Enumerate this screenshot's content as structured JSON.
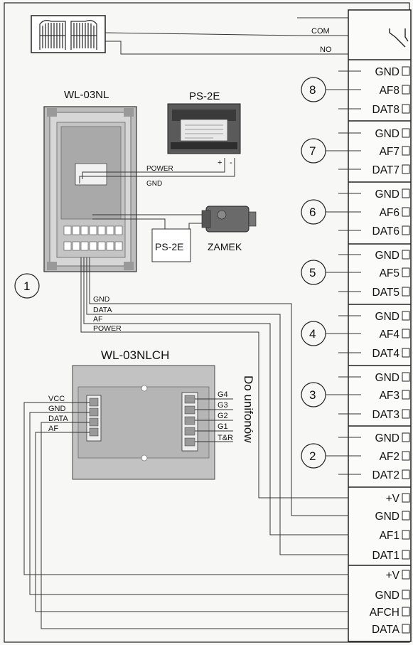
{
  "relay": {
    "com_label": "COM",
    "no_label": "NO"
  },
  "devices": {
    "panel_title": "WL-03NL",
    "psu_title": "PS-2E",
    "psu_box_label": "PS-2E",
    "lock_label": "ZAMEK",
    "panel_power_label": "POWER",
    "panel_gnd_label": "GND",
    "psu_plus": "+",
    "psu_minus": "-",
    "callout_1": "1",
    "bus_labels": [
      "GND",
      "DATA",
      "AF",
      "POWER"
    ],
    "controller_title": "WL-03NLCH",
    "controller_left_labels": [
      "VCC",
      "GND",
      "DATA",
      "AF"
    ],
    "controller_right_labels": [
      "G4",
      "G3",
      "G2",
      "G1",
      "T&R"
    ],
    "intercom_caption": "Do unifonów"
  },
  "terminal_groups": [
    {
      "number": "8",
      "pins": [
        "GND",
        "AF8",
        "DAT8"
      ]
    },
    {
      "number": "7",
      "pins": [
        "GND",
        "AF7",
        "DAT7"
      ]
    },
    {
      "number": "6",
      "pins": [
        "GND",
        "AF6",
        "DAT6"
      ]
    },
    {
      "number": "5",
      "pins": [
        "GND",
        "AF5",
        "DAT5"
      ]
    },
    {
      "number": "4",
      "pins": [
        "GND",
        "AF4",
        "DAT4"
      ]
    },
    {
      "number": "3",
      "pins": [
        "GND",
        "AF3",
        "DAT3"
      ]
    },
    {
      "number": "2",
      "pins": [
        "GND",
        "AF2",
        "DAT2"
      ]
    },
    {
      "number": "",
      "pins": [
        "+V",
        "GND",
        "AF1",
        "DAT1"
      ]
    },
    {
      "number": "",
      "pins": [
        "+V",
        "GND",
        "AFCH",
        "DATA"
      ]
    }
  ]
}
